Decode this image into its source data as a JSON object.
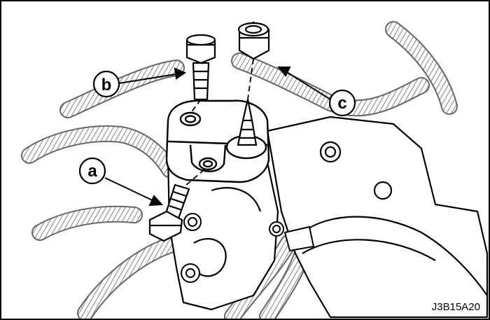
{
  "callouts": {
    "a": "a",
    "b": "b",
    "c": "c"
  },
  "figure_code": "J3B15A20",
  "colors": {
    "line": "#000000",
    "harness": "#9a9a9a",
    "background": "#ffffff"
  }
}
